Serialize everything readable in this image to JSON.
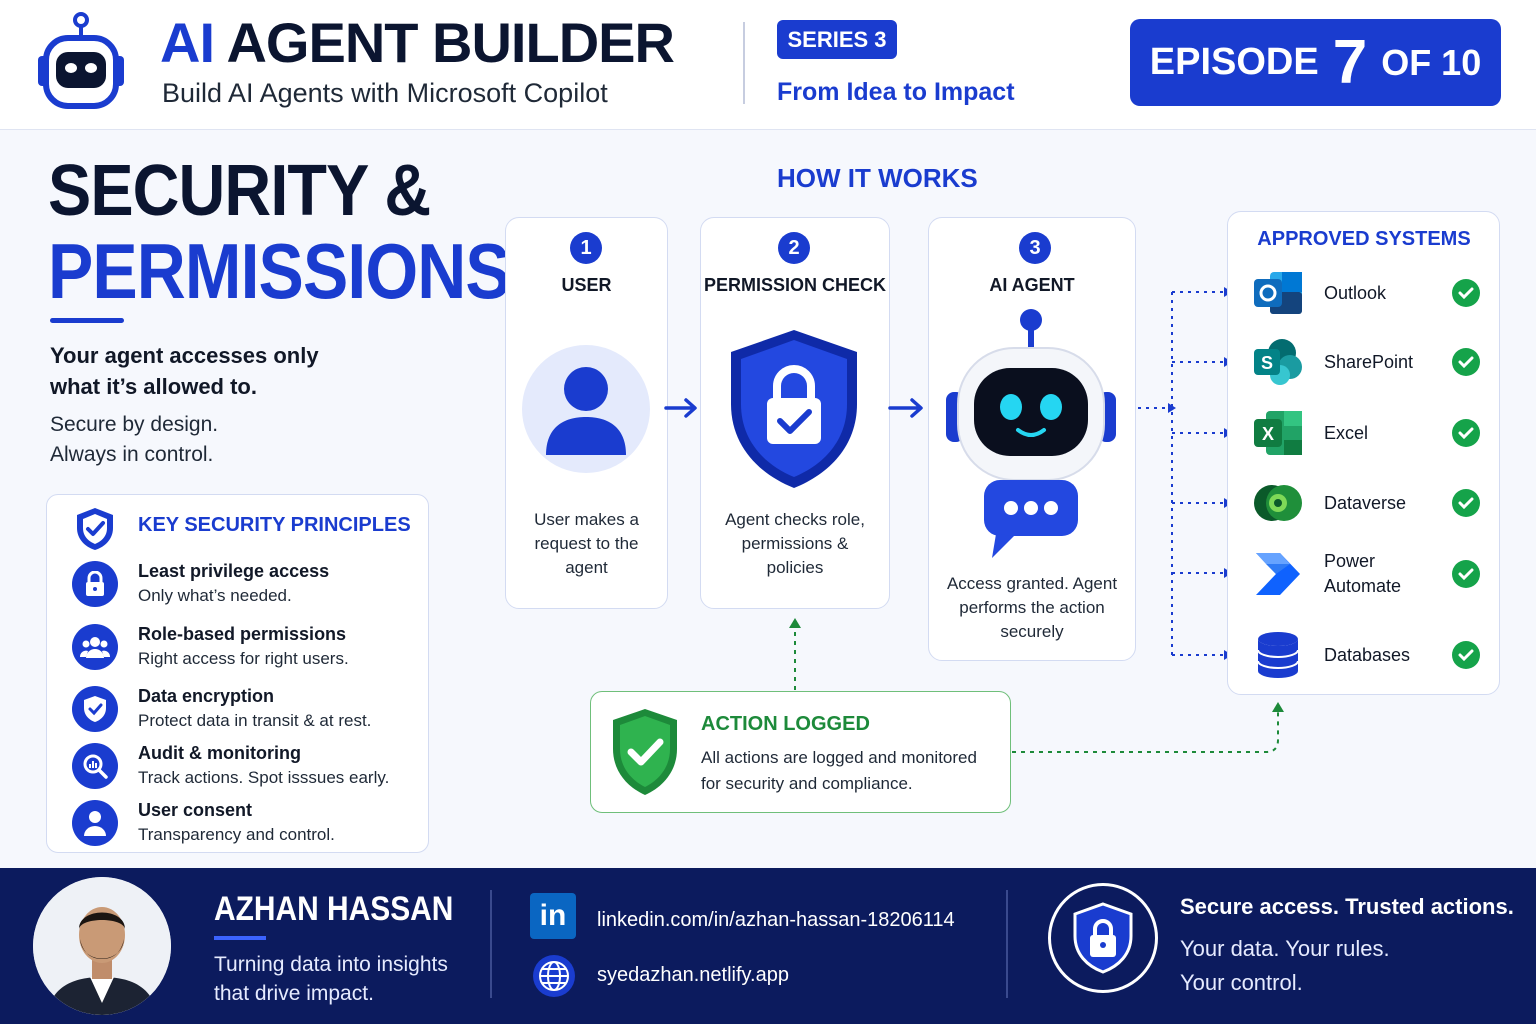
{
  "header": {
    "title_ai": "AI",
    "title_rest": "AGENT BUILDER",
    "subtitle": "Build AI  Agents with Microsoft Copilot",
    "series_badge": "SERIES 3",
    "series_sub": "From Idea to Impact",
    "episode_label": "EPISODE",
    "episode_number": "7",
    "episode_total": "OF 10"
  },
  "hero": {
    "title_line1": "SECURITY &",
    "title_line2": "PERMISSIONS",
    "tagline": "Your agent accesses only what it’s allowed to.",
    "tagline2_line1": "Secure by design.",
    "tagline2_line2": "Always in control."
  },
  "principles": {
    "title": "KEY SECURITY PRINCIPLES",
    "items": [
      {
        "title": "Least privilege access",
        "sub": "Only what’s needed.",
        "icon": "lock-icon"
      },
      {
        "title": "Role-based permissions",
        "sub": "Right access for right users.",
        "icon": "users-icon"
      },
      {
        "title": "Data encryption",
        "sub": "Protect data in transit & at rest.",
        "icon": "shield-check-icon"
      },
      {
        "title": "Audit & monitoring",
        "sub": "Track actions. Spot isssues early.",
        "icon": "audit-search-icon"
      },
      {
        "title": "User consent",
        "sub": "Transparency and control.",
        "icon": "user-icon"
      }
    ]
  },
  "how": {
    "title": "HOW IT WORKS",
    "steps": [
      {
        "num": "1",
        "label": "USER",
        "desc": "User makes a request to the agent"
      },
      {
        "num": "2",
        "label": "PERMISSION CHECK",
        "desc": "Agent checks role, permissions & policies"
      },
      {
        "num": "3",
        "label": "AI AGENT",
        "desc": "Access granted. Agent performs the action securely"
      }
    ]
  },
  "systems": {
    "title": "APPROVED SYSTEMS",
    "items": [
      {
        "name": "Outlook",
        "icon": "outlook-icon",
        "color": "#0f6cbd"
      },
      {
        "name": "SharePoint",
        "icon": "sharepoint-icon",
        "color": "#038387"
      },
      {
        "name": "Excel",
        "icon": "excel-icon",
        "color": "#107c41"
      },
      {
        "name": "Dataverse",
        "icon": "dataverse-icon",
        "color": "#1f8f3a"
      },
      {
        "name": "Power Automate",
        "icon": "power-automate-icon",
        "color": "#0f62fe"
      },
      {
        "name": "Databases",
        "icon": "database-icon",
        "color": "#1a3ccf"
      }
    ]
  },
  "logged": {
    "title": "ACTION LOGGED",
    "desc": "All actions are logged and monitored for security and compliance."
  },
  "footer": {
    "name": "AZHAN HASSAN",
    "motto": "Turning data into insights that drive impact.",
    "linkedin_glyph": "in",
    "linkedin": "linkedin.com/in/azhan-hassan-18206114",
    "website": "syedazhan.netlify.app",
    "secure_1": "Secure access. Trusted actions.",
    "secure_2_line1": "Your data. Your rules.",
    "secure_2_line2": "Your control."
  },
  "colors": {
    "brand_blue": "#1a3ccf",
    "navy": "#0c1b5e",
    "success_green": "#15a34a"
  }
}
